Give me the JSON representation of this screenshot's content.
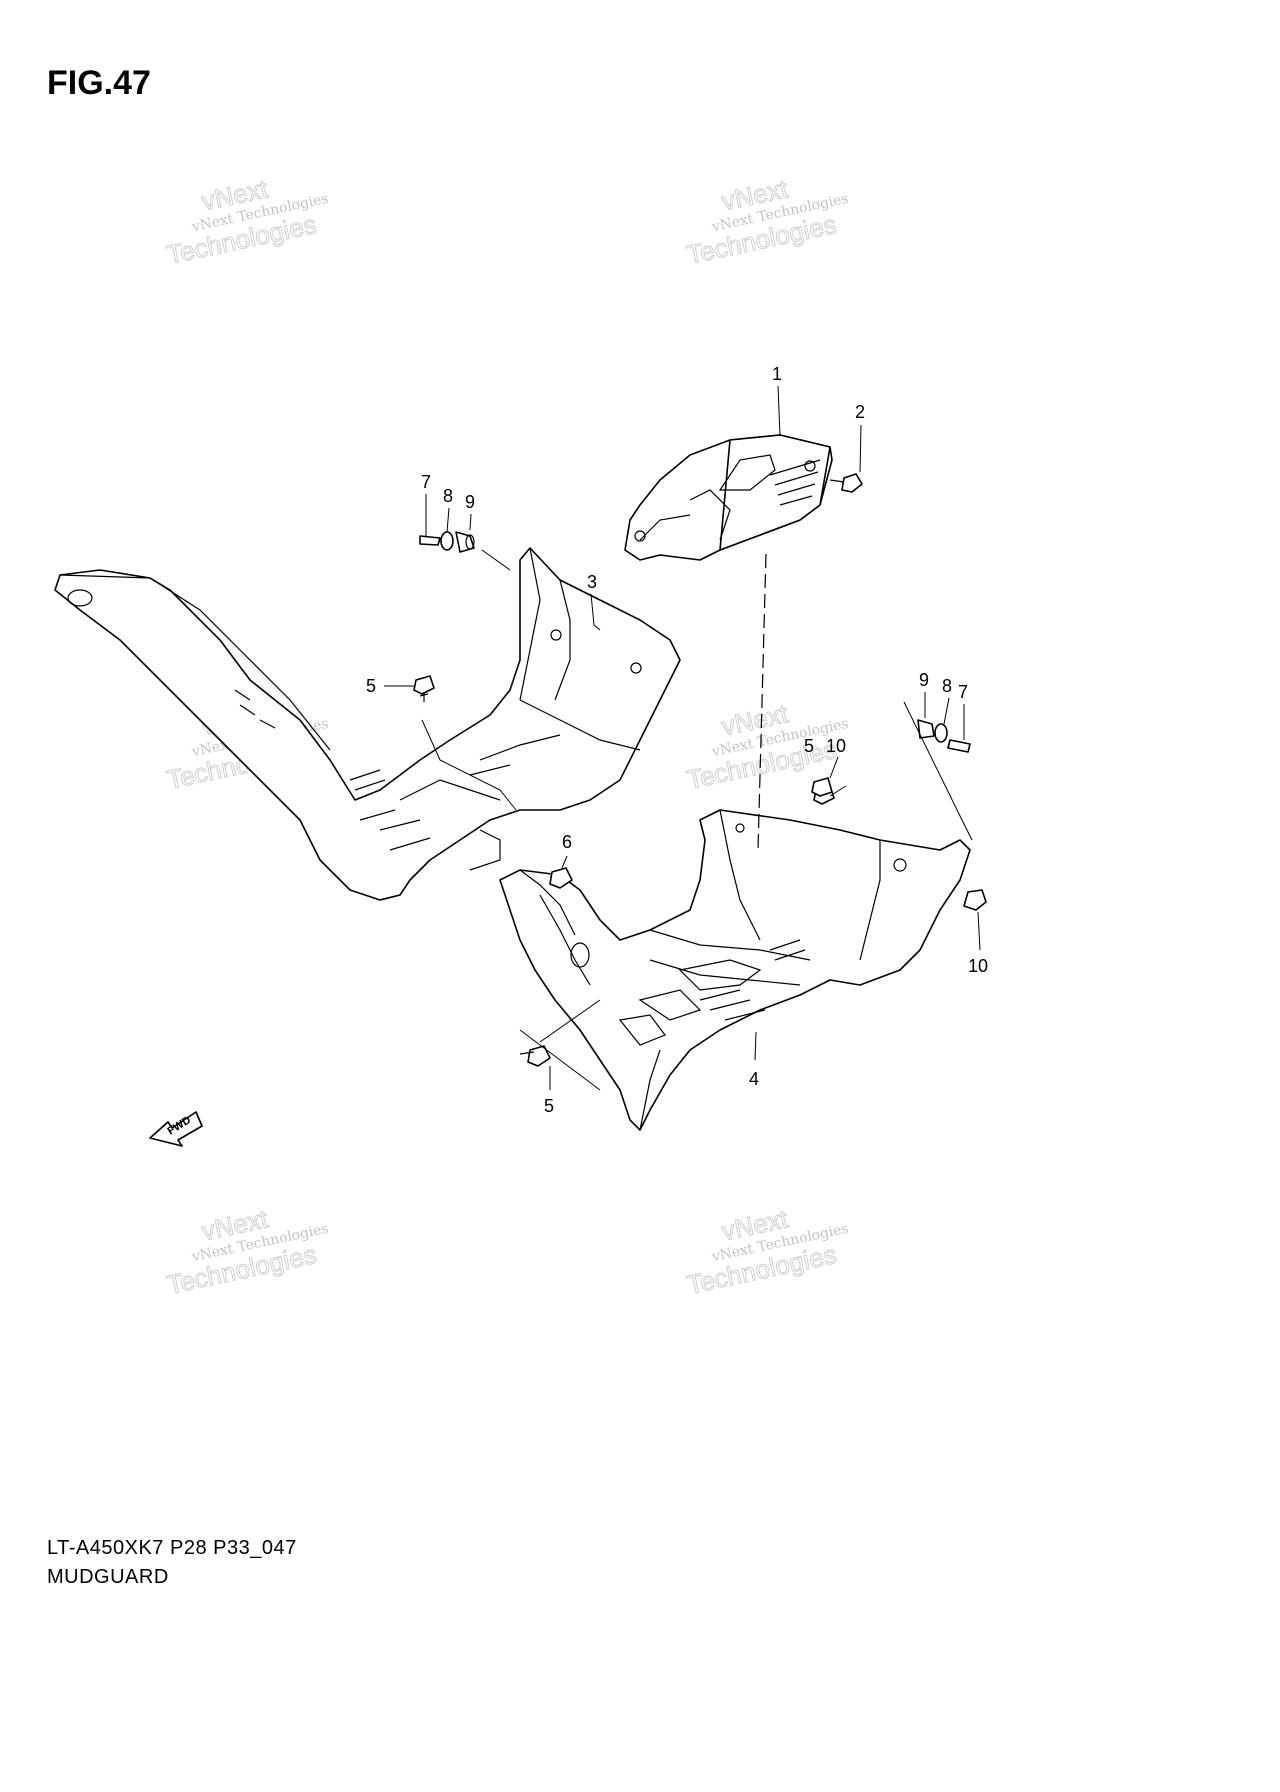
{
  "figure_title": "FIG.47",
  "model_code": "LT-A450XK7 P28 P33_047",
  "section_name": "MUDGUARD",
  "fwd_badge": "FWD",
  "watermark": {
    "line_small": "vNext Technologies",
    "line_large_a": "vNext",
    "line_large_b": "Technologies"
  },
  "callouts": [
    {
      "id": "c1",
      "label": "1"
    },
    {
      "id": "c2",
      "label": "2"
    },
    {
      "id": "c3",
      "label": "3"
    },
    {
      "id": "c4",
      "label": "4"
    },
    {
      "id": "c5a",
      "label": "5"
    },
    {
      "id": "c5b",
      "label": "5"
    },
    {
      "id": "c5c",
      "label": "5"
    },
    {
      "id": "c6",
      "label": "6"
    },
    {
      "id": "c7a",
      "label": "7"
    },
    {
      "id": "c7b",
      "label": "7"
    },
    {
      "id": "c8a",
      "label": "8"
    },
    {
      "id": "c8b",
      "label": "8"
    },
    {
      "id": "c9a",
      "label": "9"
    },
    {
      "id": "c9b",
      "label": "9"
    },
    {
      "id": "c10a",
      "label": "10"
    },
    {
      "id": "c10b",
      "label": "10"
    }
  ]
}
